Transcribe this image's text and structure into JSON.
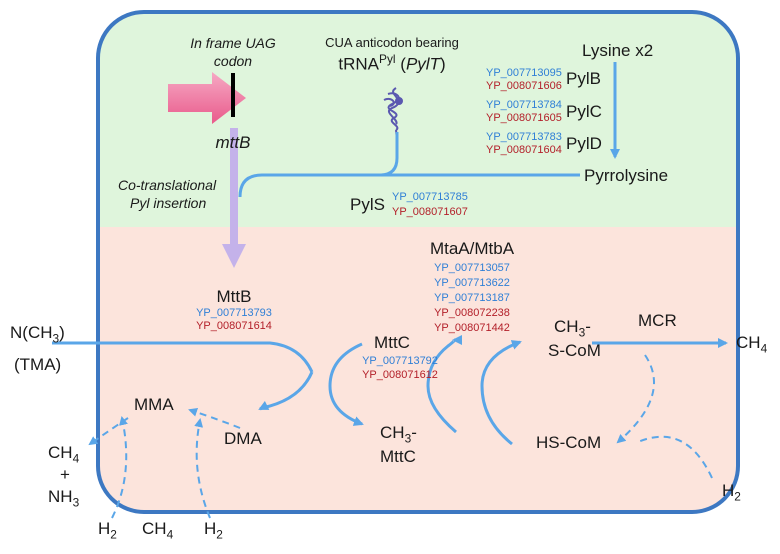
{
  "colors": {
    "cell_border": "#3d78c2",
    "top_fill": "#dff5dc",
    "bottom_fill": "#fce4dc",
    "arrow_blue": "#5aa6e8",
    "pink_arrow": "#ee6c9a",
    "purple_arrow": "#c4b2ea",
    "accession_blue": "#2f7fd6",
    "accession_red": "#b3202a"
  },
  "top": {
    "uag_line1": "In frame UAG",
    "uag_line2": "codon",
    "gene": "mttB",
    "cua_line": "CUA anticodon bearing",
    "trna_main": "tRNA",
    "trna_sup": "Pyl",
    "trna_paren_open": " (",
    "trna_gene": "PylT",
    "trna_paren_close": ")",
    "lysine": "Lysine x2",
    "pylb": {
      "name": "PylB",
      "acc_blue": "YP_007713095",
      "acc_red": "YP_008071606"
    },
    "pylc": {
      "name": "PylC",
      "acc_blue": "YP_007713784",
      "acc_red": "YP_008071605"
    },
    "pyld": {
      "name": "PylD",
      "acc_blue": "YP_007713783",
      "acc_red": "YP_008071604"
    },
    "pyrrolysine": "Pyrrolysine",
    "cotrans_line1": "Co-translational",
    "cotrans_line2": "Pyl insertion",
    "pyls": {
      "name": "PylS",
      "acc_blue": "YP_007713785",
      "acc_red": "YP_008071607"
    }
  },
  "bottom": {
    "mttb": {
      "name": "MttB",
      "acc_blue": "YP_007713793",
      "acc_red": "YP_008071614"
    },
    "mtaa": {
      "name": "MtaA/MtbA",
      "acc_blue": [
        "YP_007713057",
        "YP_007713622",
        "YP_007713187"
      ],
      "acc_red": [
        "YP_008072238",
        "YP_008071442"
      ]
    },
    "mttc": {
      "name": "MttC",
      "acc_blue": "YP_007713792",
      "acc_red": "YP_008071612"
    },
    "tma_line1": "N(CH",
    "tma_sub": "3",
    "tma_line1_end": ")",
    "tma_line2": "(TMA)",
    "ch3scom_line1": "CH",
    "ch3scom_sub": "3",
    "ch3scom_dash": "-",
    "ch3scom_line2": "S-CoM",
    "mcr": "MCR",
    "ch4_out": "CH",
    "ch4_out_sub": "4",
    "mma": "MMA",
    "dma": "DMA",
    "ch3mttc_line1": "CH",
    "ch3mttc_sub": "3",
    "ch3mttc_dash": "-",
    "ch3mttc_line2": "MttC",
    "hscom": "HS-CoM",
    "ch4_left": "CH",
    "ch4_left_sub": "4",
    "plus": "+",
    "nh3": "NH",
    "nh3_sub": "3",
    "h2_a": "H",
    "h2_a_sub": "2",
    "ch4_bottom": "CH",
    "ch4_bottom_sub": "4",
    "h2_b": "H",
    "h2_b_sub": "2",
    "h2_c": "H",
    "h2_c_sub": "2"
  }
}
